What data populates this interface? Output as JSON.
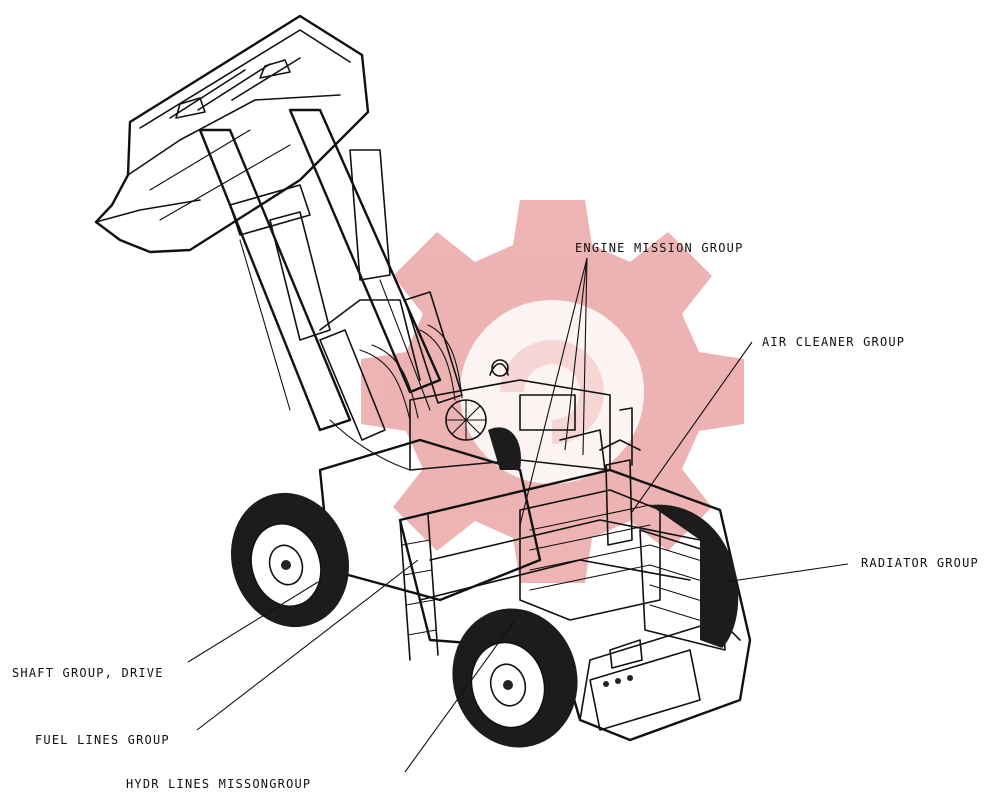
{
  "callouts": {
    "engine_mission": "ENGINE MISSION GROUP",
    "air_cleaner": "AIR CLEANER GROUP",
    "radiator": "RADIATOR GROUP",
    "shaft_drive": "SHAFT GROUP, DRIVE",
    "fuel_lines": "FUEL LINES GROUP",
    "hydr_lines": "HYDR LINES MISSONGROUP"
  },
  "watermark": {
    "color": "#e89a9a",
    "icon": "gear-logo-icon"
  }
}
